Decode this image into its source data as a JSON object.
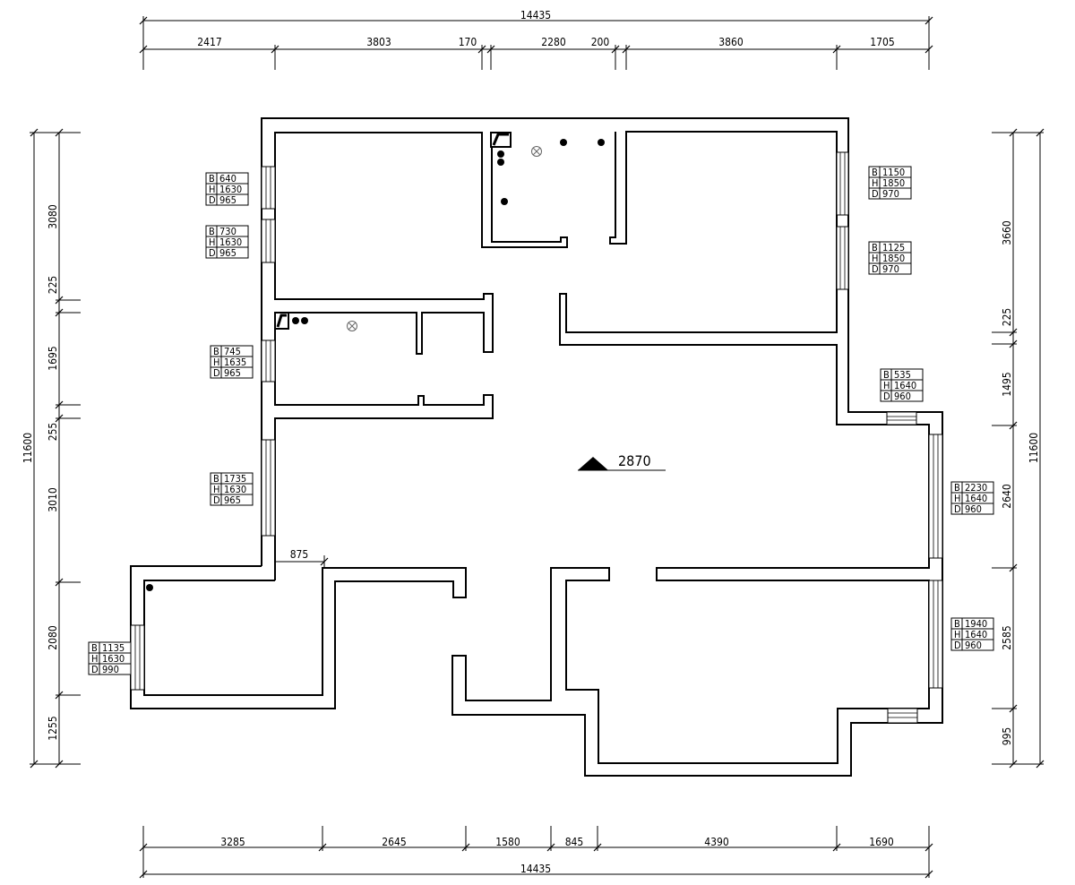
{
  "dimensions": {
    "top_total": "14435",
    "top": [
      "2417",
      "3803",
      "170",
      "2280",
      "200",
      "3860",
      "1705"
    ],
    "bottom_total": "14435",
    "bottom": [
      "3285",
      "2645",
      "1580",
      "845",
      "4390",
      "1690"
    ],
    "left_total": "11600",
    "left": [
      "3080",
      "225",
      "1695",
      "255",
      "3010",
      "2080",
      "1255"
    ],
    "right_total": "11600",
    "right": [
      "3660",
      "225",
      "1495",
      "2640",
      "2585",
      "995"
    ],
    "interior": "875"
  },
  "level_marker": "2870",
  "windows": [
    {
      "B": "640",
      "H": "1630",
      "D": "965"
    },
    {
      "B": "730",
      "H": "1630",
      "D": "965"
    },
    {
      "B": "745",
      "H": "1635",
      "D": "965"
    },
    {
      "B": "1735",
      "H": "1630",
      "D": "965"
    },
    {
      "B": "1135",
      "H": "1630",
      "D": "990"
    },
    {
      "B": "1150",
      "H": "1850",
      "D": "970"
    },
    {
      "B": "1125",
      "H": "1850",
      "D": "970"
    },
    {
      "B": "535",
      "H": "1640",
      "D": "960"
    },
    {
      "B": "2230",
      "H": "1640",
      "D": "960"
    },
    {
      "B": "1940",
      "H": "1640",
      "D": "960"
    }
  ],
  "tag_labels": {
    "b": "B",
    "h": "H",
    "d": "D"
  }
}
